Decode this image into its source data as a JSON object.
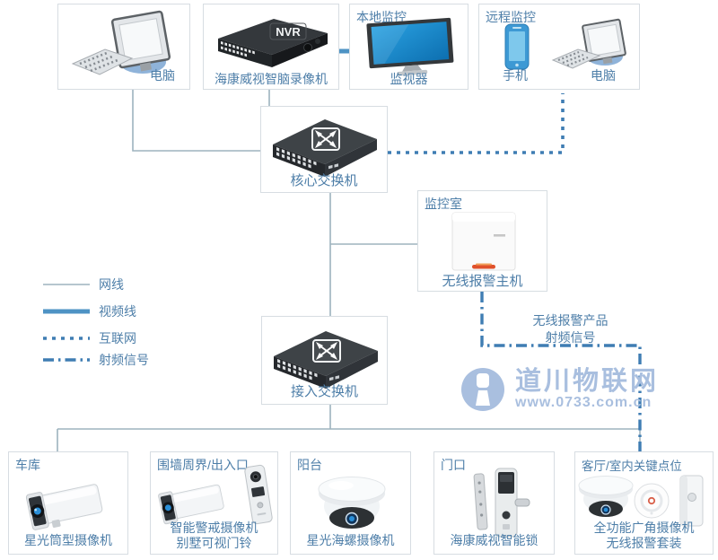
{
  "colors": {
    "label": "#4d7ea8",
    "box_border": "#d7dde2",
    "net_line": "#9db3be",
    "video_line": "#4e93c4",
    "internet_line": "#3f7db3",
    "rf_line": "#3f7db3",
    "watermark": "#a9bfdf",
    "device_dark": "#2c3033",
    "screen_blue": "#1f8fd0",
    "lens_blue": "#2a8fd8",
    "alarm_stripe": "#e0512b",
    "shadow_blue": "#8fb3d9"
  },
  "top_row": {
    "pc": {
      "label": "电脑"
    },
    "nvr": {
      "label": "海康威视智脑录像机",
      "device_text": "NVR"
    },
    "local": {
      "title": "本地监控",
      "label": "监视器"
    },
    "remote": {
      "title": "远程监控",
      "phone_label": "手机",
      "pc_label": "电脑"
    }
  },
  "core_switch": {
    "label": "核心交换机"
  },
  "monitor_room": {
    "title": "监控室",
    "label": "无线报警主机"
  },
  "access_switch": {
    "label": "接入交换机"
  },
  "legend": {
    "items": [
      {
        "name": "network-cable",
        "label": "网线"
      },
      {
        "name": "video-cable",
        "label": "视频线"
      },
      {
        "name": "internet",
        "label": "互联网"
      },
      {
        "name": "rf-signal",
        "label": "射频信号"
      }
    ]
  },
  "rf_note": {
    "line1": "无线报警产品",
    "line2": "射频信号"
  },
  "watermark": {
    "name": "道川物联网",
    "url": "www.0733.com.cn"
  },
  "bottom_row": [
    {
      "title": "车库",
      "labels": [
        "星光筒型摄像机"
      ]
    },
    {
      "title": "围墙周界/出入口",
      "labels": [
        "智能警戒摄像机",
        "别墅可视门铃"
      ]
    },
    {
      "title": "阳台",
      "labels": [
        "星光海螺摄像机"
      ]
    },
    {
      "title": "门口",
      "labels": [
        "海康威视智能锁"
      ]
    },
    {
      "title": "客厅/室内关键点位",
      "labels": [
        "全功能广角摄像机",
        "无线报警套装"
      ]
    }
  ]
}
